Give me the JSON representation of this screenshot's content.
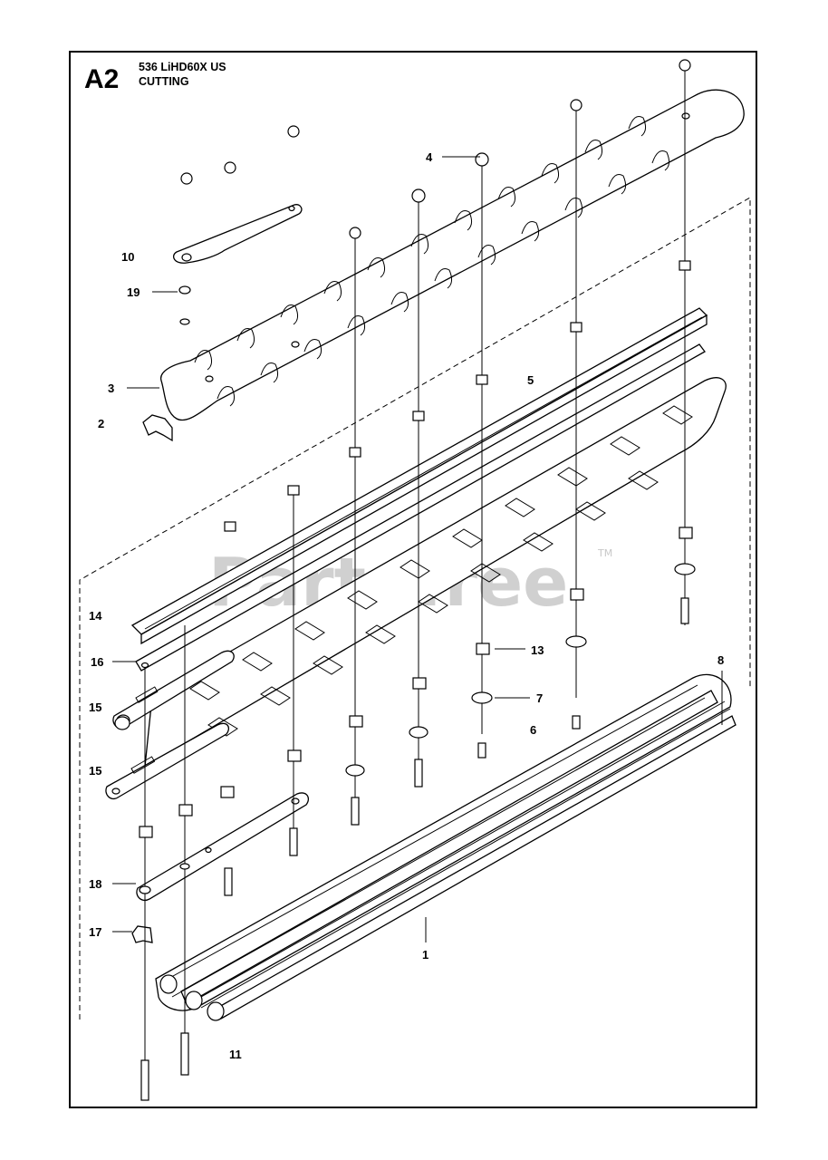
{
  "header": {
    "section_code": "A2",
    "model": "536 LiHD60X US",
    "section_name": "CUTTING"
  },
  "watermark": {
    "text": "PartsTree",
    "tm": "TM"
  },
  "callouts": {
    "p1": "1",
    "p2": "2",
    "p3": "3",
    "p4": "4",
    "p5": "5",
    "p6": "6",
    "p7": "7",
    "p8": "8",
    "p10": "10",
    "p11": "11",
    "p13": "13",
    "p14": "14",
    "p15a": "15",
    "p15b": "15",
    "p16": "16",
    "p17": "17",
    "p18": "18",
    "p19": "19"
  }
}
